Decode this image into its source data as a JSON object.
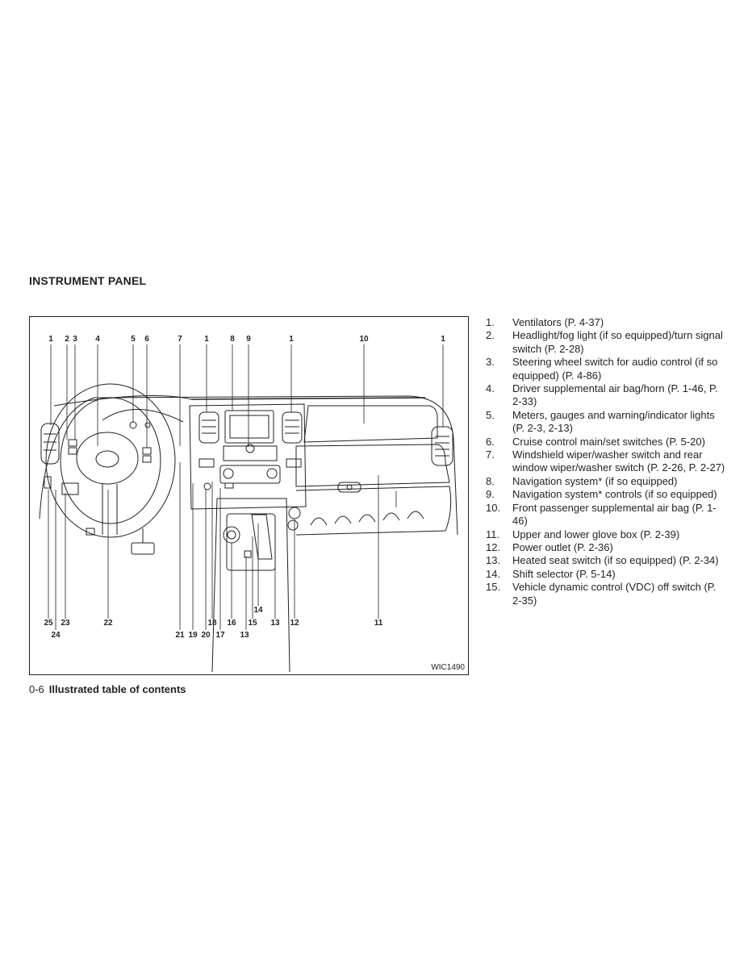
{
  "section_title": "INSTRUMENT PANEL",
  "figure": {
    "code": "WIC1490",
    "top_callouts": [
      "1",
      "2",
      "3",
      "4",
      "5",
      "6",
      "7",
      "1",
      "8",
      "9",
      "1",
      "10",
      "1"
    ],
    "bottom_callouts_row1": [
      "25",
      "23",
      "22",
      "18",
      "16",
      "15",
      "13",
      "12",
      "11"
    ],
    "bottom_callouts_row2": [
      "24",
      "21",
      "19",
      "20",
      "17",
      "13"
    ],
    "mid_callout": "14"
  },
  "items": [
    {
      "num": "1.",
      "text": "Ventilators (P. 4-37)"
    },
    {
      "num": "2.",
      "text": "Headlight/fog light (if so equipped)/turn signal switch (P. 2-28)"
    },
    {
      "num": "3.",
      "text": "Steering wheel switch for audio control (if so equipped) (P. 4-86)"
    },
    {
      "num": "4.",
      "text": "Driver supplemental air bag/horn (P. 1-46, P. 2-33)"
    },
    {
      "num": "5.",
      "text": "Meters, gauges and warning/indicator lights (P. 2-3, 2-13)"
    },
    {
      "num": "6.",
      "text": "Cruise control main/set switches (P. 5-20)"
    },
    {
      "num": "7.",
      "text": "Windshield wiper/washer switch and rear window wiper/washer switch (P. 2-26, P. 2-27)"
    },
    {
      "num": "8.",
      "text": "Navigation system* (if so equipped)"
    },
    {
      "num": "9.",
      "text": "Navigation system* controls (if so equipped)"
    },
    {
      "num": "10.",
      "text": "Front passenger supplemental air bag (P. 1-46)"
    },
    {
      "num": "11.",
      "text": "Upper and lower glove box (P. 2-39)"
    },
    {
      "num": "12.",
      "text": "Power outlet (P. 2-36)"
    },
    {
      "num": "13.",
      "text": "Heated seat switch (if so equipped) (P. 2-34)"
    },
    {
      "num": "14.",
      "text": "Shift selector (P. 5-14)"
    },
    {
      "num": "15.",
      "text": "Vehicle dynamic control (VDC) off switch (P. 2-35)"
    }
  ],
  "footer": {
    "page_number": "0-6",
    "title": "Illustrated table of contents"
  }
}
